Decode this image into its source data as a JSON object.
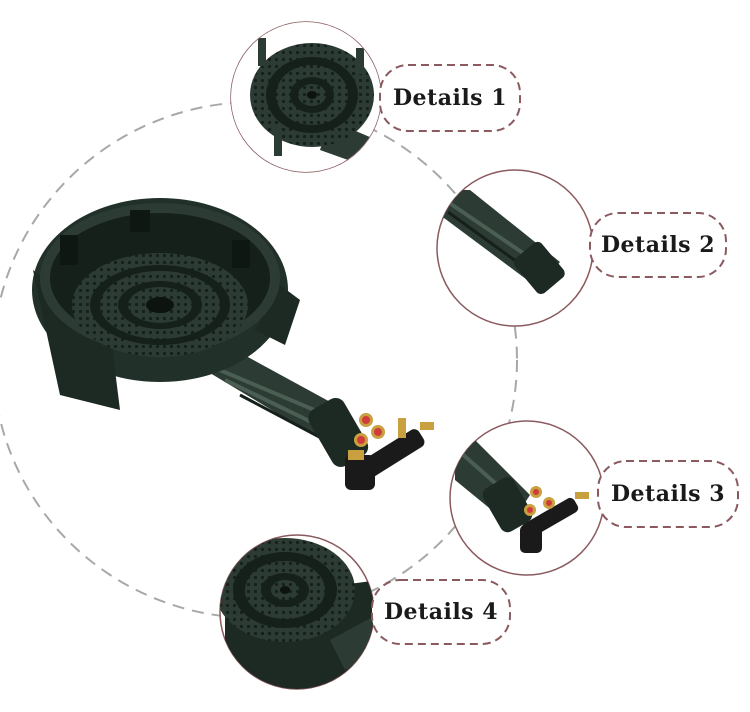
{
  "details": [
    {
      "label": "Details 1"
    },
    {
      "label": "Details 2"
    },
    {
      "label": "Details 3"
    },
    {
      "label": "Details 4"
    }
  ],
  "colors": {
    "frame": "#8a5a5f",
    "dashed_ring": "#a8a8a8",
    "cast_iron": "#2c3b33",
    "cast_iron_dark": "#16201b",
    "cast_iron_light": "#4a5e53",
    "brass": "#c8a040",
    "valve_red": "#d23b3b"
  }
}
